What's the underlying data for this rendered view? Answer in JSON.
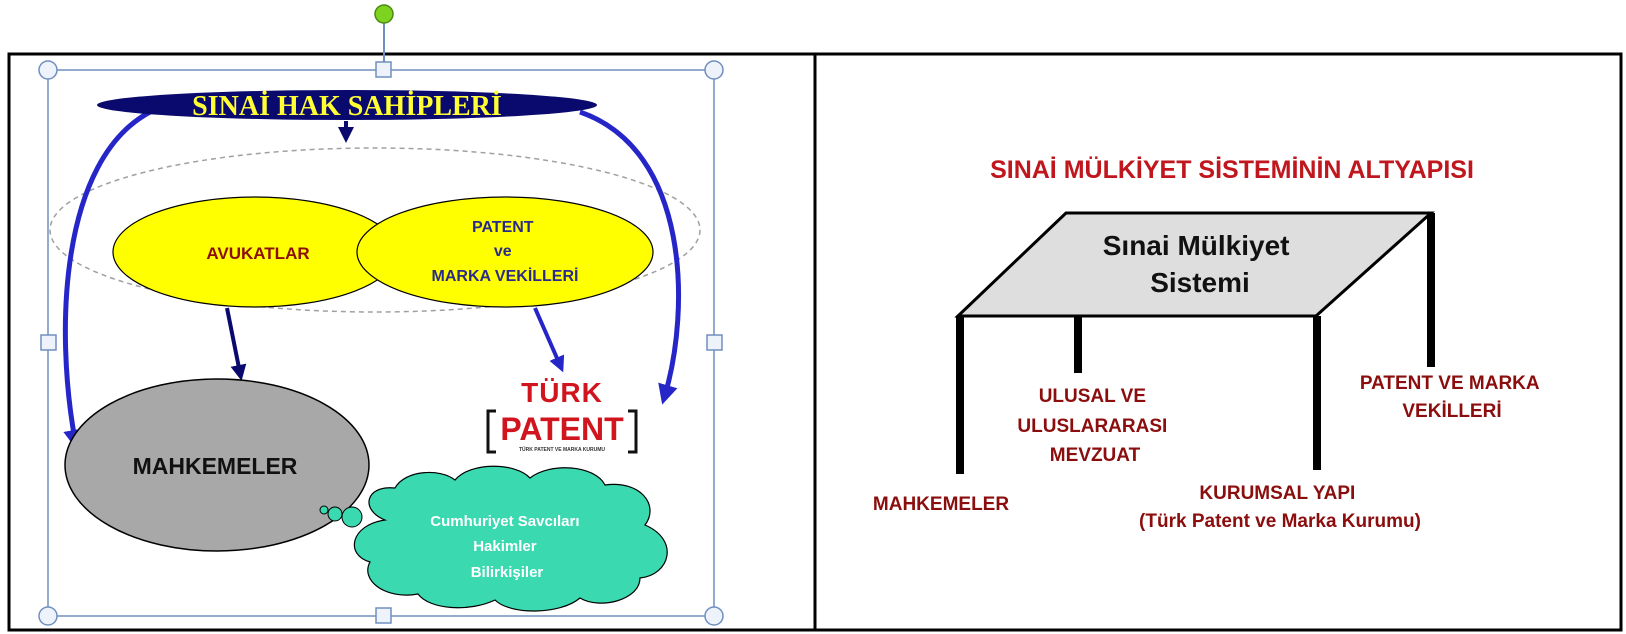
{
  "left_panel": {
    "title": "SINAİ HAK SAHİPLERİ",
    "avukatlar": "AVUKATLAR",
    "vekiller_lines": [
      "PATENT",
      "ve",
      "MARKA VEKİLLERİ"
    ],
    "mahkemeler": "MAHKEMELER",
    "cloud_lines": [
      "Cumhuriyet Savcıları",
      "Hakimler",
      "Bilirkişiler"
    ],
    "logo_top": "TÜRK",
    "logo_main": "PATENT",
    "logo_sub": "TÜRK PATENT VE MARKA KURUMU"
  },
  "right_panel": {
    "title": "SINAİ MÜLKİYET SİSTEMİNİN ALTYAPISI",
    "table_lines": [
      "Sınai Mülkiyet",
      "Sistemi"
    ],
    "leg_mahkemeler": "MAHKEMELER",
    "leg_mevzuat_lines": [
      "ULUSAL VE",
      "ULUSLARARASI",
      "MEVZUAT"
    ],
    "leg_kurumsal_lines": [
      "KURUMSAL YAPI",
      "(Türk Patent ve Marka Kurumu)"
    ],
    "leg_vekiller_lines": [
      "PATENT VE MARKA",
      "VEKİLLERİ"
    ]
  },
  "colors": {
    "title_yellow": "#ffff33",
    "navy": "#0a0a6e",
    "arrow_blue": "#2626c8",
    "ellipse_yellow": "#ffff00",
    "dark_red": "#8b0d0d",
    "title_red": "#c0161d",
    "vekiller_blue": "#2a2a8a",
    "cloud_green": "#3ad9b0",
    "grey": "#a8a8a8",
    "table_grey": "#dedede",
    "handle_blue": "#6f8fbf",
    "rotate_green": "#7ed321"
  }
}
